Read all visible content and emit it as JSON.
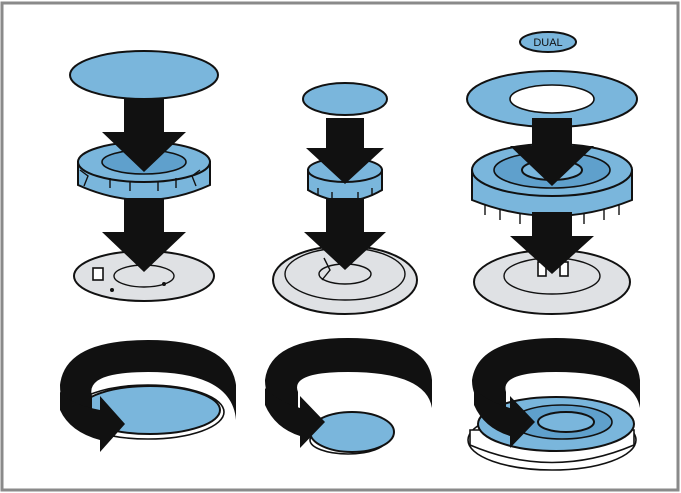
{
  "labels": {
    "dual_cap": "DUAL"
  },
  "colors": {
    "frame": "#8a8a8a",
    "cap_blue": "#7ab6dc",
    "base_grey": "#dfe1e4",
    "arrow": "#111111"
  },
  "panels": {
    "top_row": [
      "small-burner-assembly",
      "auxiliary-burner-assembly",
      "dual-burner-assembly"
    ],
    "bottom_row": [
      "small-burner-rotate",
      "auxiliary-burner-rotate",
      "dual-burner-rotate"
    ]
  }
}
